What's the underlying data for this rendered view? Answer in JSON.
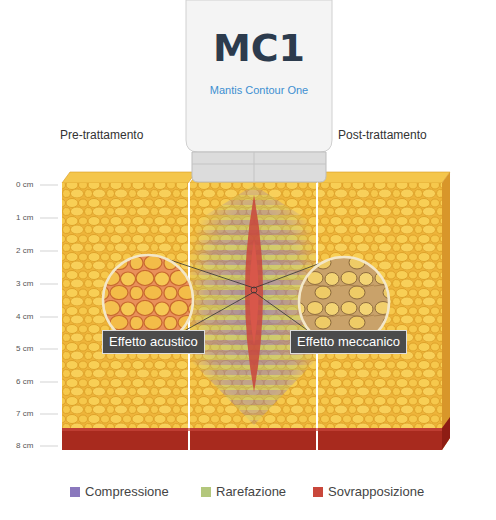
{
  "diagram": {
    "nodes": [
      {
        "text": [
          "MC1",
          "Mantis Contour One"
        ]
      },
      {
        "text": [
          "Effetto acustico"
        ]
      },
      {
        "text": [
          "Effetto meccanico"
        ]
      }
    ],
    "labels": [
      "Pre-trattamento",
      "Post-trattamento",
      "0 cm",
      "1 cm",
      "2 cm",
      "3 cm",
      "4 cm",
      "5 cm",
      "6 cm",
      "7 cm",
      "8 cm"
    ],
    "legend": [
      {
        "text": "Compressione",
        "color": "#8a78bd"
      },
      {
        "text": "Rarefazione",
        "color": "#b3c77c"
      },
      {
        "text": "Sovrapposizione",
        "color": "#c9473b"
      }
    ]
  }
}
